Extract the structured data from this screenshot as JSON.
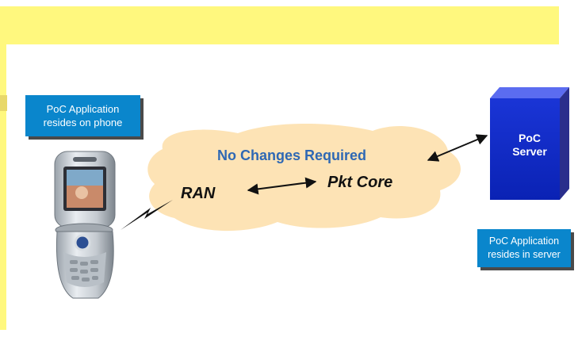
{
  "diagram": {
    "phone_callout": {
      "line1": "PoC Application",
      "line2": "resides on phone"
    },
    "server_callout": {
      "line1": "PoC Application",
      "line2": "resides in server"
    },
    "cloud": {
      "title": "No Changes Required",
      "ran_label": "RAN",
      "core_label": "Pkt Core"
    },
    "server": {
      "line1": "PoC",
      "line2": "Server"
    }
  },
  "colors": {
    "band": "#fff87e",
    "cloud": "#fde3b5",
    "callout": "#0a86cc",
    "server_box": "#0d28c8",
    "title_text": "#2e68b4"
  }
}
